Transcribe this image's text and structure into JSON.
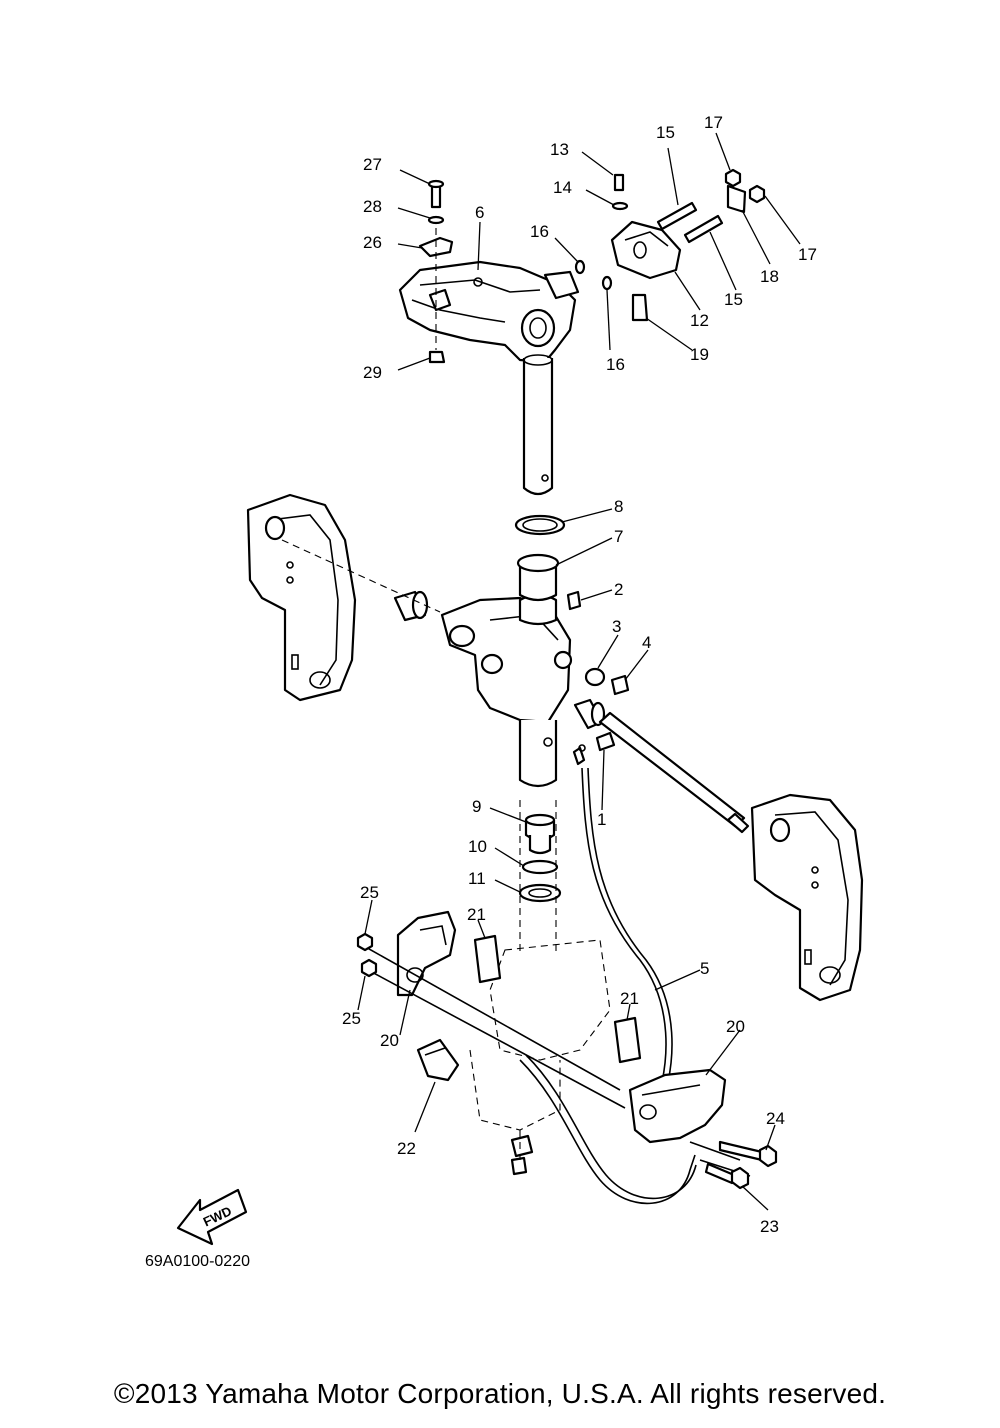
{
  "diagram": {
    "code": "69A0100-0220",
    "fwd_text": "FWD",
    "copyright": "©2013 Yamaha Motor Corporation, U.S.A. All rights reserved.",
    "callouts": [
      {
        "id": "c27",
        "num": "27"
      },
      {
        "id": "c28",
        "num": "28"
      },
      {
        "id": "c26",
        "num": "26"
      },
      {
        "id": "c6",
        "num": "6"
      },
      {
        "id": "c29",
        "num": "29"
      },
      {
        "id": "c13",
        "num": "13"
      },
      {
        "id": "c14",
        "num": "14"
      },
      {
        "id": "c16a",
        "num": "16"
      },
      {
        "id": "c16b",
        "num": "16"
      },
      {
        "id": "c15a",
        "num": "15"
      },
      {
        "id": "c15b",
        "num": "15"
      },
      {
        "id": "c17a",
        "num": "17"
      },
      {
        "id": "c17b",
        "num": "17"
      },
      {
        "id": "c18",
        "num": "18"
      },
      {
        "id": "c12",
        "num": "12"
      },
      {
        "id": "c19",
        "num": "19"
      },
      {
        "id": "c8",
        "num": "8"
      },
      {
        "id": "c7",
        "num": "7"
      },
      {
        "id": "c2",
        "num": "2"
      },
      {
        "id": "c3",
        "num": "3"
      },
      {
        "id": "c4",
        "num": "4"
      },
      {
        "id": "c1",
        "num": "1"
      },
      {
        "id": "c9",
        "num": "9"
      },
      {
        "id": "c10",
        "num": "10"
      },
      {
        "id": "c11",
        "num": "11"
      },
      {
        "id": "c25a",
        "num": "25"
      },
      {
        "id": "c25b",
        "num": "25"
      },
      {
        "id": "c21a",
        "num": "21"
      },
      {
        "id": "c21b",
        "num": "21"
      },
      {
        "id": "c5",
        "num": "5"
      },
      {
        "id": "c20a",
        "num": "20"
      },
      {
        "id": "c20b",
        "num": "20"
      },
      {
        "id": "c22",
        "num": "22"
      },
      {
        "id": "c24",
        "num": "24"
      },
      {
        "id": "c23",
        "num": "23"
      }
    ]
  }
}
